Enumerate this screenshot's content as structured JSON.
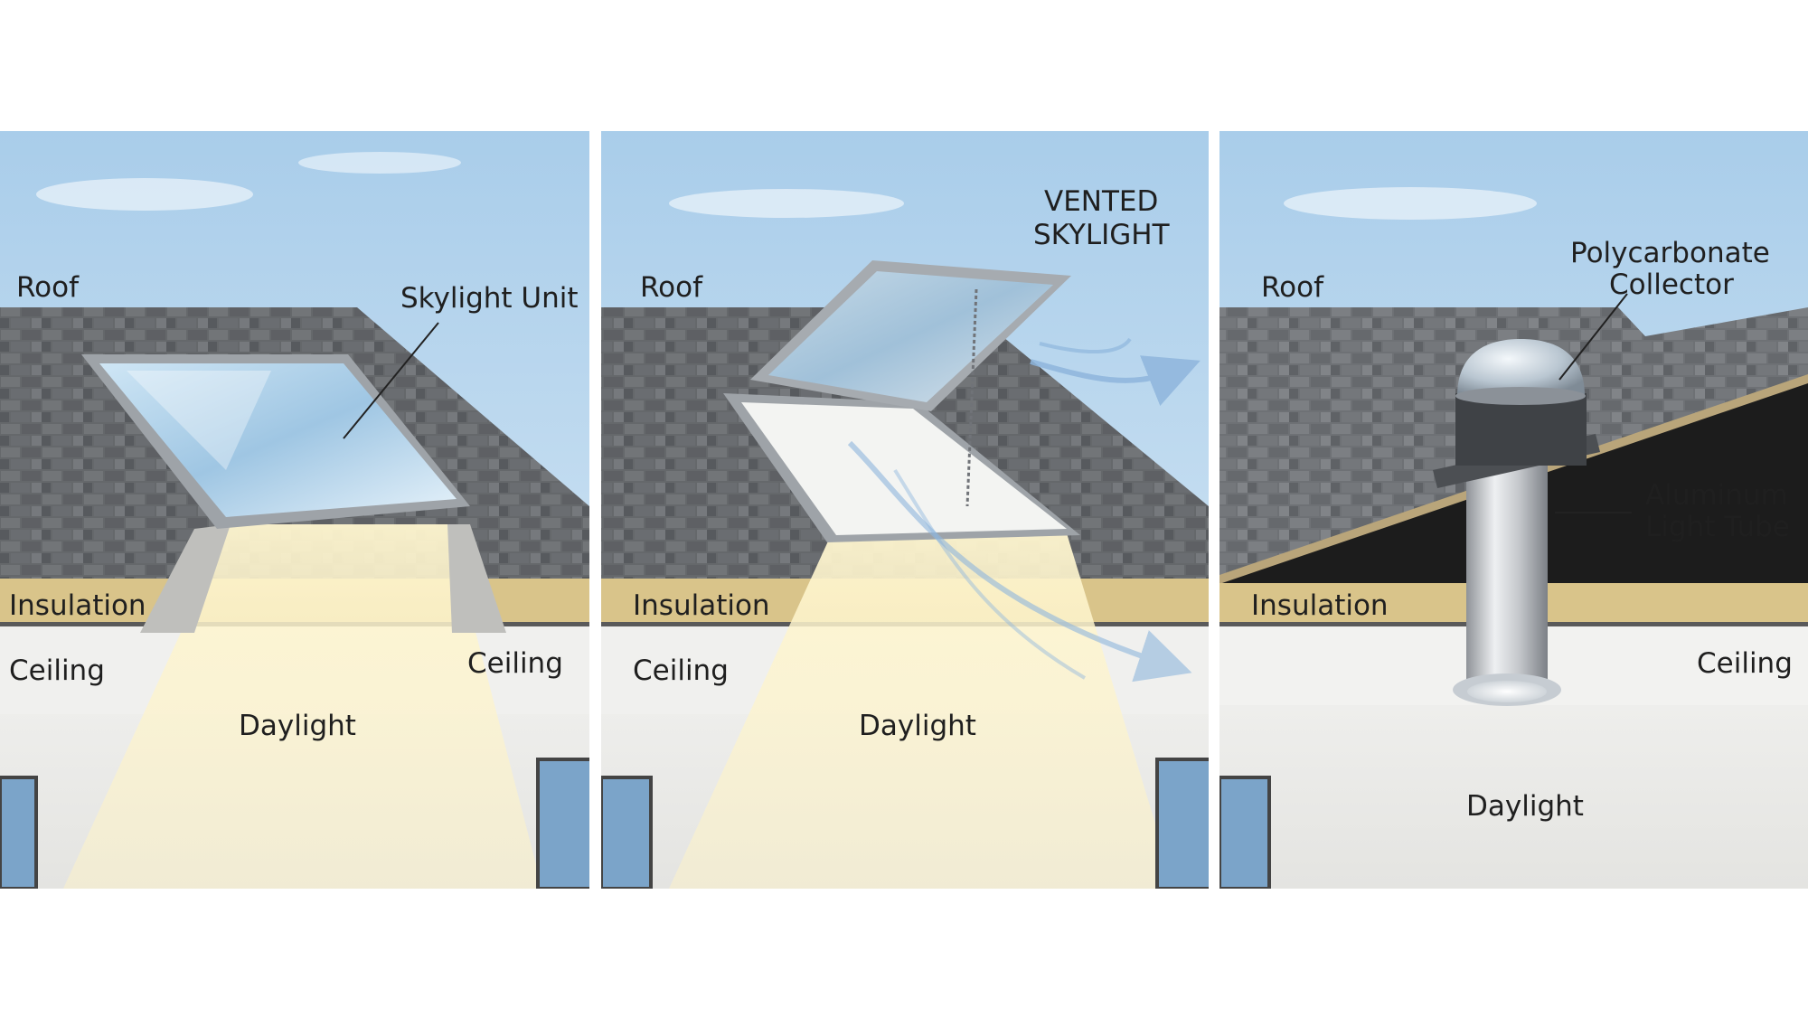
{
  "panels": [
    {
      "id": "fixed",
      "labels": {
        "roof": "Roof",
        "unit": "Skylight Unit",
        "insulation": "Insulation",
        "ceiling_left": "Ceiling",
        "ceiling_right": "Ceiling",
        "daylight": "Daylight"
      }
    },
    {
      "id": "vented",
      "labels": {
        "roof": "Roof",
        "title_line1": "VENTED",
        "title_line2": "SKYLIGHT",
        "insulation": "Insulation",
        "ceiling_left": "Ceiling",
        "daylight": "Daylight"
      }
    },
    {
      "id": "tubular",
      "labels": {
        "roof": "Roof",
        "collector_line1": "Polycarbonate",
        "collector_line2": "Collector",
        "tube_line1": "Aluminum",
        "tube_line2": "Light Tube",
        "insulation": "Insulation",
        "ceiling_right": "Ceiling",
        "daylight": "Daylight"
      }
    }
  ],
  "colors": {
    "sky_top": "#a9cdea",
    "sky_bottom": "#dcebf6",
    "shingle": "#6f7276",
    "insulation": "#d9c48a",
    "wall": "#ebebe8",
    "airflow": "#8fb6dd"
  }
}
